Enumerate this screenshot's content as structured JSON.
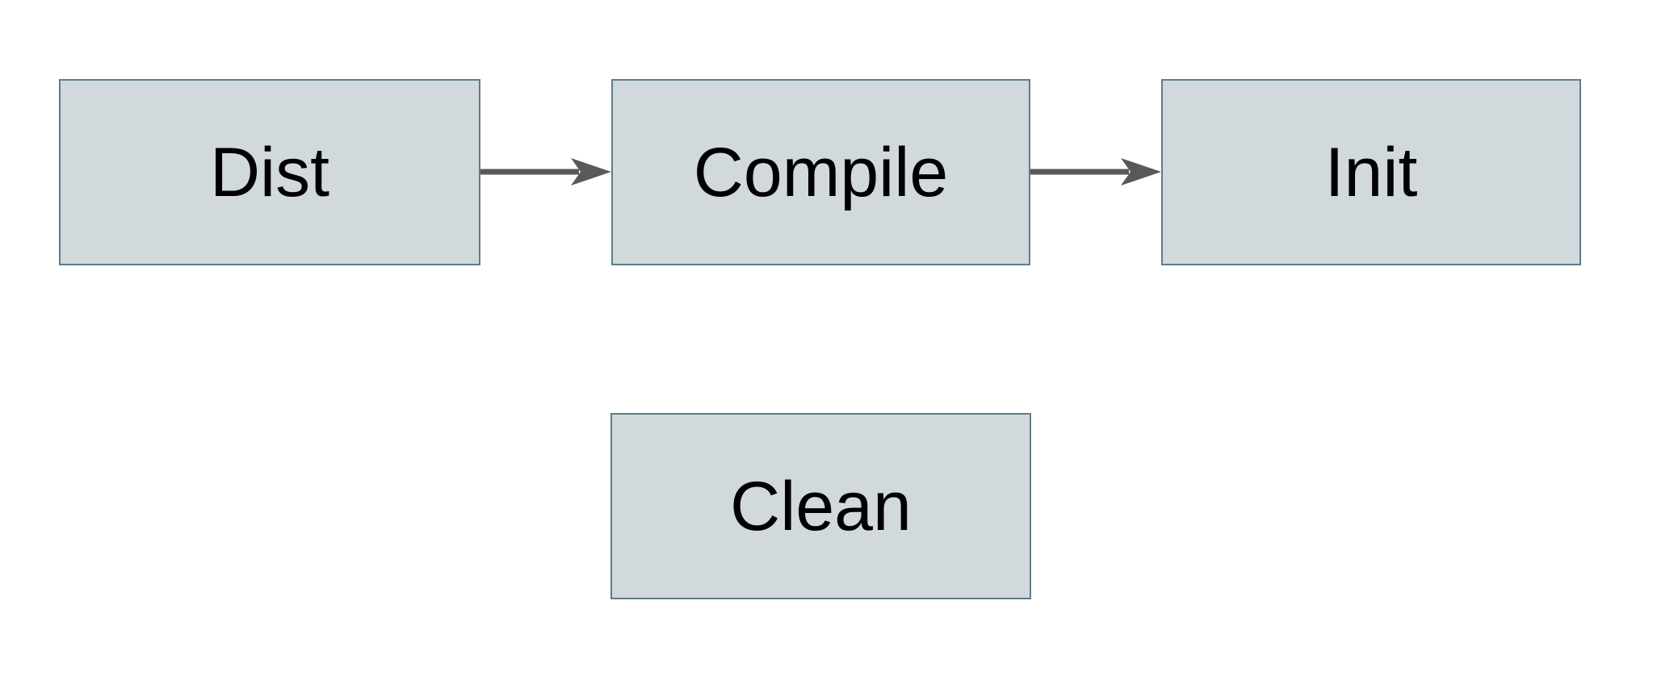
{
  "diagram": {
    "title": "build-targets-flow",
    "background_color": "#ffffff",
    "node_fill_color": "#d2d9dc",
    "node_border_color": "#5f7c8a",
    "arrow_color": "#595959",
    "text_color": "#000000",
    "nodes": [
      {
        "id": "dist",
        "label": "Dist"
      },
      {
        "id": "compile",
        "label": "Compile"
      },
      {
        "id": "init",
        "label": "Init"
      },
      {
        "id": "clean",
        "label": "Clean"
      }
    ],
    "edges": [
      {
        "from": "Dist",
        "to": "Compile",
        "style": "arrow-right"
      },
      {
        "from": "Compile",
        "to": "Init",
        "style": "arrow-right"
      }
    ]
  }
}
